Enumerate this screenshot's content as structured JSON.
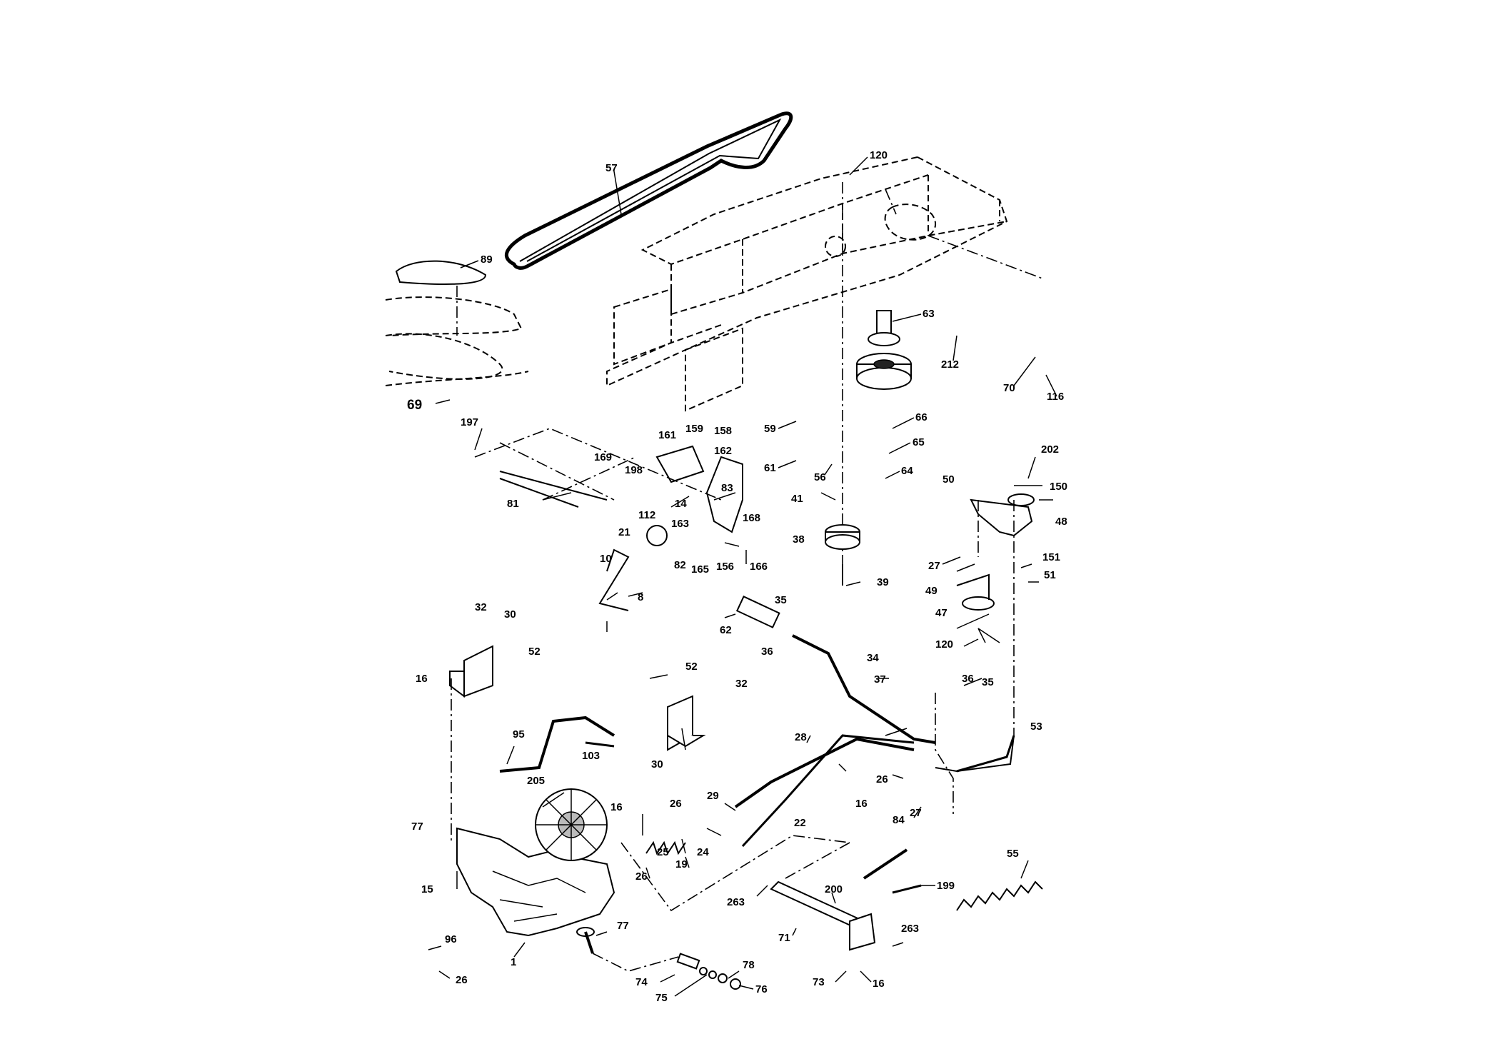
{
  "diagram": {
    "labels": [
      {
        "id": "57",
        "text": "57"
      },
      {
        "id": "120a",
        "text": "120"
      },
      {
        "id": "89",
        "text": "89"
      },
      {
        "id": "63",
        "text": "63"
      },
      {
        "id": "212",
        "text": "212"
      },
      {
        "id": "70",
        "text": "70"
      },
      {
        "id": "116",
        "text": "116"
      },
      {
        "id": "69",
        "text": "69"
      },
      {
        "id": "197",
        "text": "197"
      },
      {
        "id": "59",
        "text": "59"
      },
      {
        "id": "66",
        "text": "66"
      },
      {
        "id": "65",
        "text": "65"
      },
      {
        "id": "64",
        "text": "64"
      },
      {
        "id": "61",
        "text": "61"
      },
      {
        "id": "56",
        "text": "56"
      },
      {
        "id": "161",
        "text": "161"
      },
      {
        "id": "159",
        "text": "159"
      },
      {
        "id": "158",
        "text": "158"
      },
      {
        "id": "162",
        "text": "162"
      },
      {
        "id": "169",
        "text": "169"
      },
      {
        "id": "198",
        "text": "198"
      },
      {
        "id": "83",
        "text": "83"
      },
      {
        "id": "81",
        "text": "81"
      },
      {
        "id": "112",
        "text": "112"
      },
      {
        "id": "14",
        "text": "14"
      },
      {
        "id": "163",
        "text": "163"
      },
      {
        "id": "168",
        "text": "168"
      },
      {
        "id": "41",
        "text": "41"
      },
      {
        "id": "202",
        "text": "202"
      },
      {
        "id": "50",
        "text": "50"
      },
      {
        "id": "150",
        "text": "150"
      },
      {
        "id": "48",
        "text": "48"
      },
      {
        "id": "21",
        "text": "21"
      },
      {
        "id": "38",
        "text": "38"
      },
      {
        "id": "82",
        "text": "82"
      },
      {
        "id": "165",
        "text": "165"
      },
      {
        "id": "156",
        "text": "156"
      },
      {
        "id": "166",
        "text": "166"
      },
      {
        "id": "27a",
        "text": "27"
      },
      {
        "id": "151",
        "text": "151"
      },
      {
        "id": "51",
        "text": "51"
      },
      {
        "id": "10",
        "text": "10"
      },
      {
        "id": "39",
        "text": "39"
      },
      {
        "id": "49",
        "text": "49"
      },
      {
        "id": "8",
        "text": "8"
      },
      {
        "id": "47",
        "text": "47"
      },
      {
        "id": "35a",
        "text": "35"
      },
      {
        "id": "62",
        "text": "62"
      },
      {
        "id": "120b",
        "text": "120"
      },
      {
        "id": "32a",
        "text": "32"
      },
      {
        "id": "30a",
        "text": "30"
      },
      {
        "id": "36a",
        "text": "36"
      },
      {
        "id": "52a",
        "text": "52"
      },
      {
        "id": "34",
        "text": "34"
      },
      {
        "id": "16a",
        "text": "16"
      },
      {
        "id": "52b",
        "text": "52"
      },
      {
        "id": "37",
        "text": "37"
      },
      {
        "id": "32b",
        "text": "32"
      },
      {
        "id": "36b",
        "text": "36"
      },
      {
        "id": "35b",
        "text": "35"
      },
      {
        "id": "53",
        "text": "53"
      },
      {
        "id": "95",
        "text": "95"
      },
      {
        "id": "28",
        "text": "28"
      },
      {
        "id": "30b",
        "text": "30"
      },
      {
        "id": "103",
        "text": "103"
      },
      {
        "id": "205",
        "text": "205"
      },
      {
        "id": "26a",
        "text": "26"
      },
      {
        "id": "29",
        "text": "29"
      },
      {
        "id": "27b",
        "text": "27"
      },
      {
        "id": "16b",
        "text": "16"
      },
      {
        "id": "26b",
        "text": "26"
      },
      {
        "id": "22",
        "text": "22"
      },
      {
        "id": "16c",
        "text": "16"
      },
      {
        "id": "84",
        "text": "84"
      },
      {
        "id": "77a",
        "text": "77"
      },
      {
        "id": "24",
        "text": "24"
      },
      {
        "id": "25",
        "text": "25"
      },
      {
        "id": "19",
        "text": "19"
      },
      {
        "id": "26c",
        "text": "26"
      },
      {
        "id": "55",
        "text": "55"
      },
      {
        "id": "15",
        "text": "15"
      },
      {
        "id": "199",
        "text": "199"
      },
      {
        "id": "200",
        "text": "200"
      },
      {
        "id": "263a",
        "text": "263"
      },
      {
        "id": "77b",
        "text": "77"
      },
      {
        "id": "263b",
        "text": "263"
      },
      {
        "id": "71",
        "text": "71"
      },
      {
        "id": "96",
        "text": "96"
      },
      {
        "id": "1",
        "text": "1"
      },
      {
        "id": "26d",
        "text": "26"
      },
      {
        "id": "78",
        "text": "78"
      },
      {
        "id": "74",
        "text": "74"
      },
      {
        "id": "75",
        "text": "75"
      },
      {
        "id": "76",
        "text": "76"
      },
      {
        "id": "73",
        "text": "73"
      },
      {
        "id": "16d",
        "text": "16"
      }
    ]
  }
}
